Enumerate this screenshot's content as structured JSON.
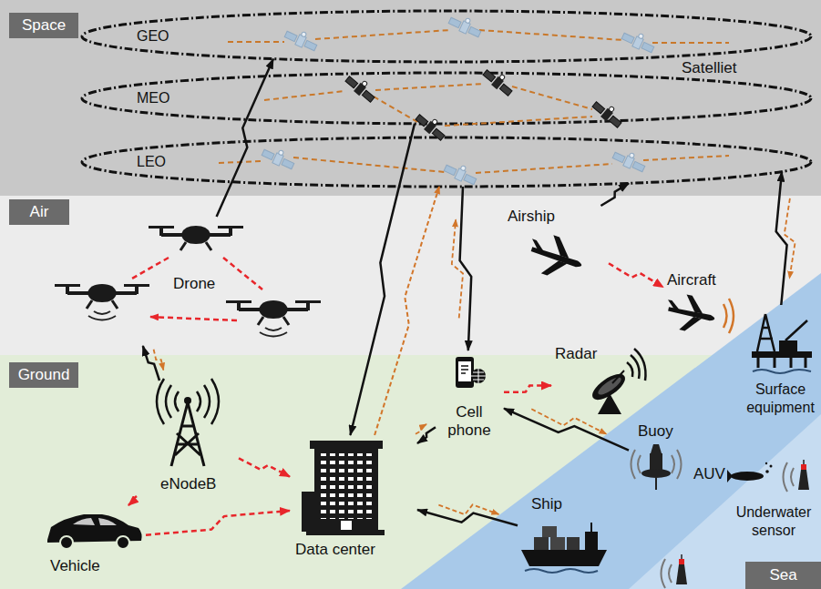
{
  "diagram": {
    "nodes": [
      {
        "text": [
          "Space"
        ]
      },
      {
        "text": [
          "GEO"
        ],
        "in": 0
      },
      {
        "text": [
          "MEO"
        ],
        "in": 0
      },
      {
        "text": [
          "LEO"
        ],
        "in": 0
      },
      {
        "text": [
          "Air"
        ]
      },
      {
        "text": [
          "Drone"
        ],
        "in": 4
      },
      {
        "text": [
          "Airship"
        ],
        "in": 4
      },
      {
        "text": [
          "Aircraft"
        ],
        "in": 4
      },
      {
        "text": [
          "Ground"
        ]
      },
      {
        "text": [
          "Cell phone"
        ],
        "in": 8
      },
      {
        "text": [
          "Radar"
        ],
        "in": 8
      },
      {
        "text": [
          "eNodeB"
        ],
        "in": 8
      },
      {
        "text": [
          "Data center"
        ],
        "in": 8
      },
      {
        "text": [
          "Vehicle"
        ],
        "in": 8
      },
      {
        "text": [
          "Sea"
        ]
      },
      {
        "text": [
          "Surface equipment"
        ],
        "in": 14
      },
      {
        "text": [
          "Buoy"
        ],
        "in": 14
      },
      {
        "text": [
          "AUV"
        ],
        "in": 14
      },
      {
        "text": [
          "Ship"
        ],
        "in": 14
      },
      {
        "text": [
          "Underwater sensor"
        ],
        "in": 14
      }
    ],
    "edges": [
      {
        "from": 5,
        "to": 1,
        "arrow": "to"
      },
      {
        "from": 11,
        "to": 5,
        "arrow": "both"
      },
      {
        "from": 2,
        "to": 12,
        "arrow": "to"
      },
      {
        "from": 12,
        "to": 3,
        "arrow": "to"
      },
      {
        "from": 3,
        "to": 9,
        "arrow": "both"
      },
      {
        "from": 6,
        "to": 3,
        "arrow": "to"
      },
      {
        "from": 15,
        "to": 3,
        "arrow": "both"
      },
      {
        "from": 9,
        "to": 12,
        "arrow": "both"
      },
      {
        "from": 16,
        "to": 9,
        "arrow": "both"
      },
      {
        "from": 18,
        "to": 12,
        "arrow": "both"
      },
      {
        "from": 6,
        "to": 7,
        "arrow": "to"
      },
      {
        "from": 9,
        "to": 10,
        "arrow": "to"
      },
      {
        "from": 11,
        "to": 13,
        "arrow": "to"
      },
      {
        "from": 11,
        "to": 12,
        "arrow": "to"
      },
      {
        "from": 13,
        "to": 12,
        "arrow": "to"
      }
    ],
    "labels": [
      "Satelliet"
    ]
  }
}
